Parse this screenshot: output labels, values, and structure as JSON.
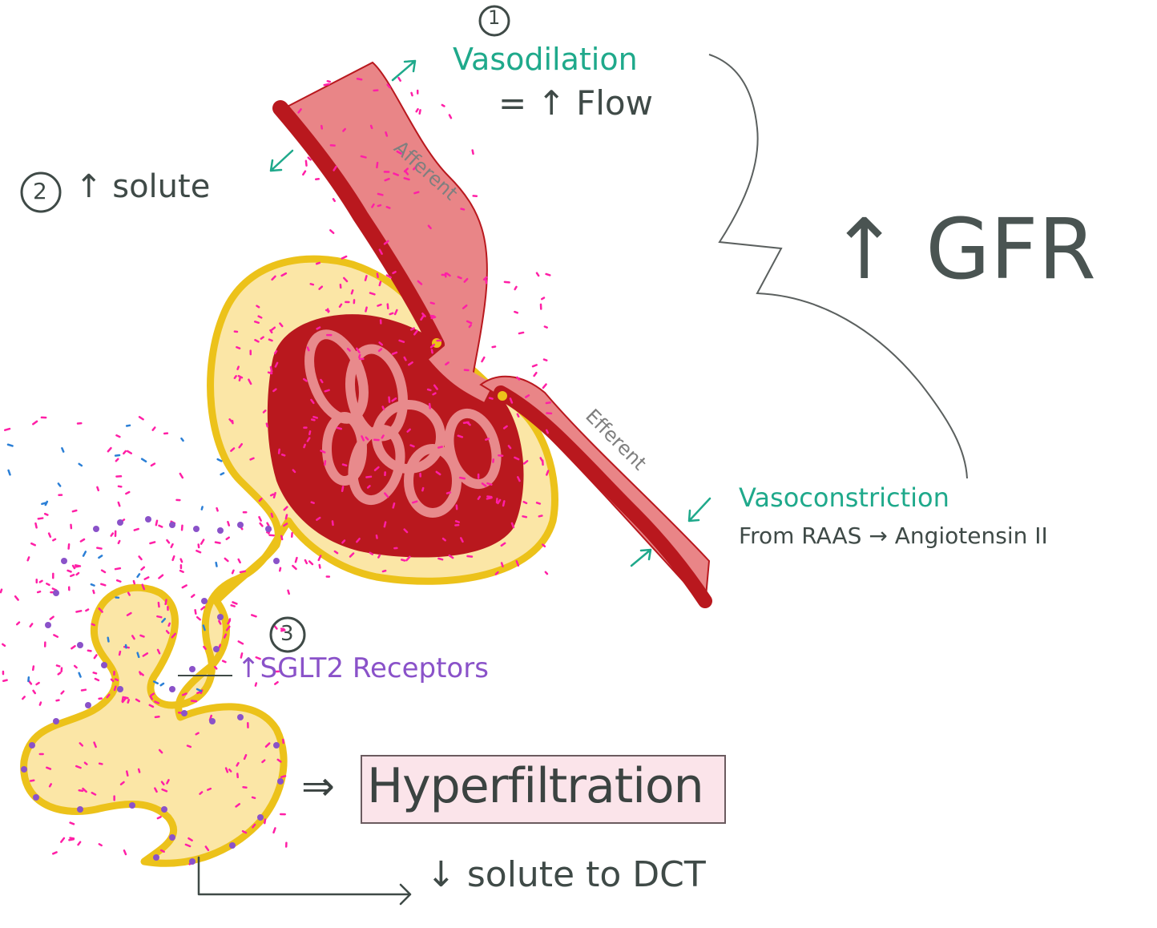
{
  "labels": {
    "step1_number": "1",
    "vasodilation": "Vasodilation",
    "flow": "= ↑ Flow",
    "step2_number": "2",
    "solute": "↑ solute",
    "afferent": "Afferent",
    "efferent": "Efferent",
    "gfr": "↑ GFR",
    "vasoconstriction": "Vasoconstriction",
    "raas": "From RAAS → Angiotensin II",
    "step3_number": "3",
    "sglt2": "↑SGLT2 Receptors",
    "hyperfiltration": "Hyperfiltration",
    "arrow_double": "⇒",
    "solute_to_dct": "↓ solute to DCT"
  },
  "colors": {
    "vessel_dark": "#b9181e",
    "vessel_light": "#e88a8c",
    "capsule_fill": "#fbe6a6",
    "capsule_outline": "#ecc21a",
    "dots_pink": "#ff1fa6",
    "dots_blue": "#2b7fd6",
    "dots_purple": "#8a52c9",
    "teal_text": "#1fa98b",
    "ink": "#3f4a47",
    "highlight_box": "#fbe4ea"
  }
}
